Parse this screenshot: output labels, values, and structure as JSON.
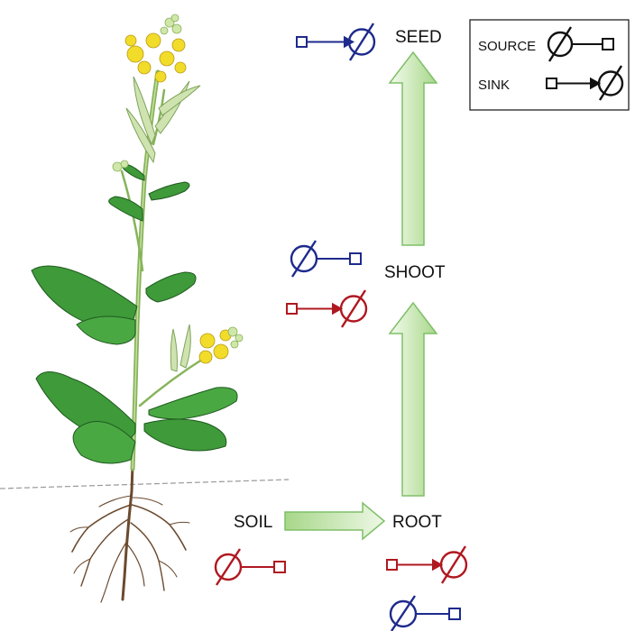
{
  "nodes": {
    "seed": "SEED",
    "shoot": "SHOOT",
    "root": "ROOT",
    "soil": "SOIL"
  },
  "legend": {
    "source_label": "SOURCE",
    "sink_label": "SINK"
  },
  "colors": {
    "sink_blue": "#1e2a8c",
    "source_red": "#b01820",
    "legend_black": "#111111",
    "arrow_fill_light": "#eaf6dd",
    "arrow_fill_dark": "#a9d88c",
    "arrow_stroke": "#7fbf68",
    "leaf_green": "#3f9a3a",
    "flower_yellow": "#f2dc2a",
    "root_brown": "#6b4a2e"
  },
  "icons": {
    "source": "empty-set-circle-line-square",
    "sink": "square-arrow-empty-set-circle"
  }
}
